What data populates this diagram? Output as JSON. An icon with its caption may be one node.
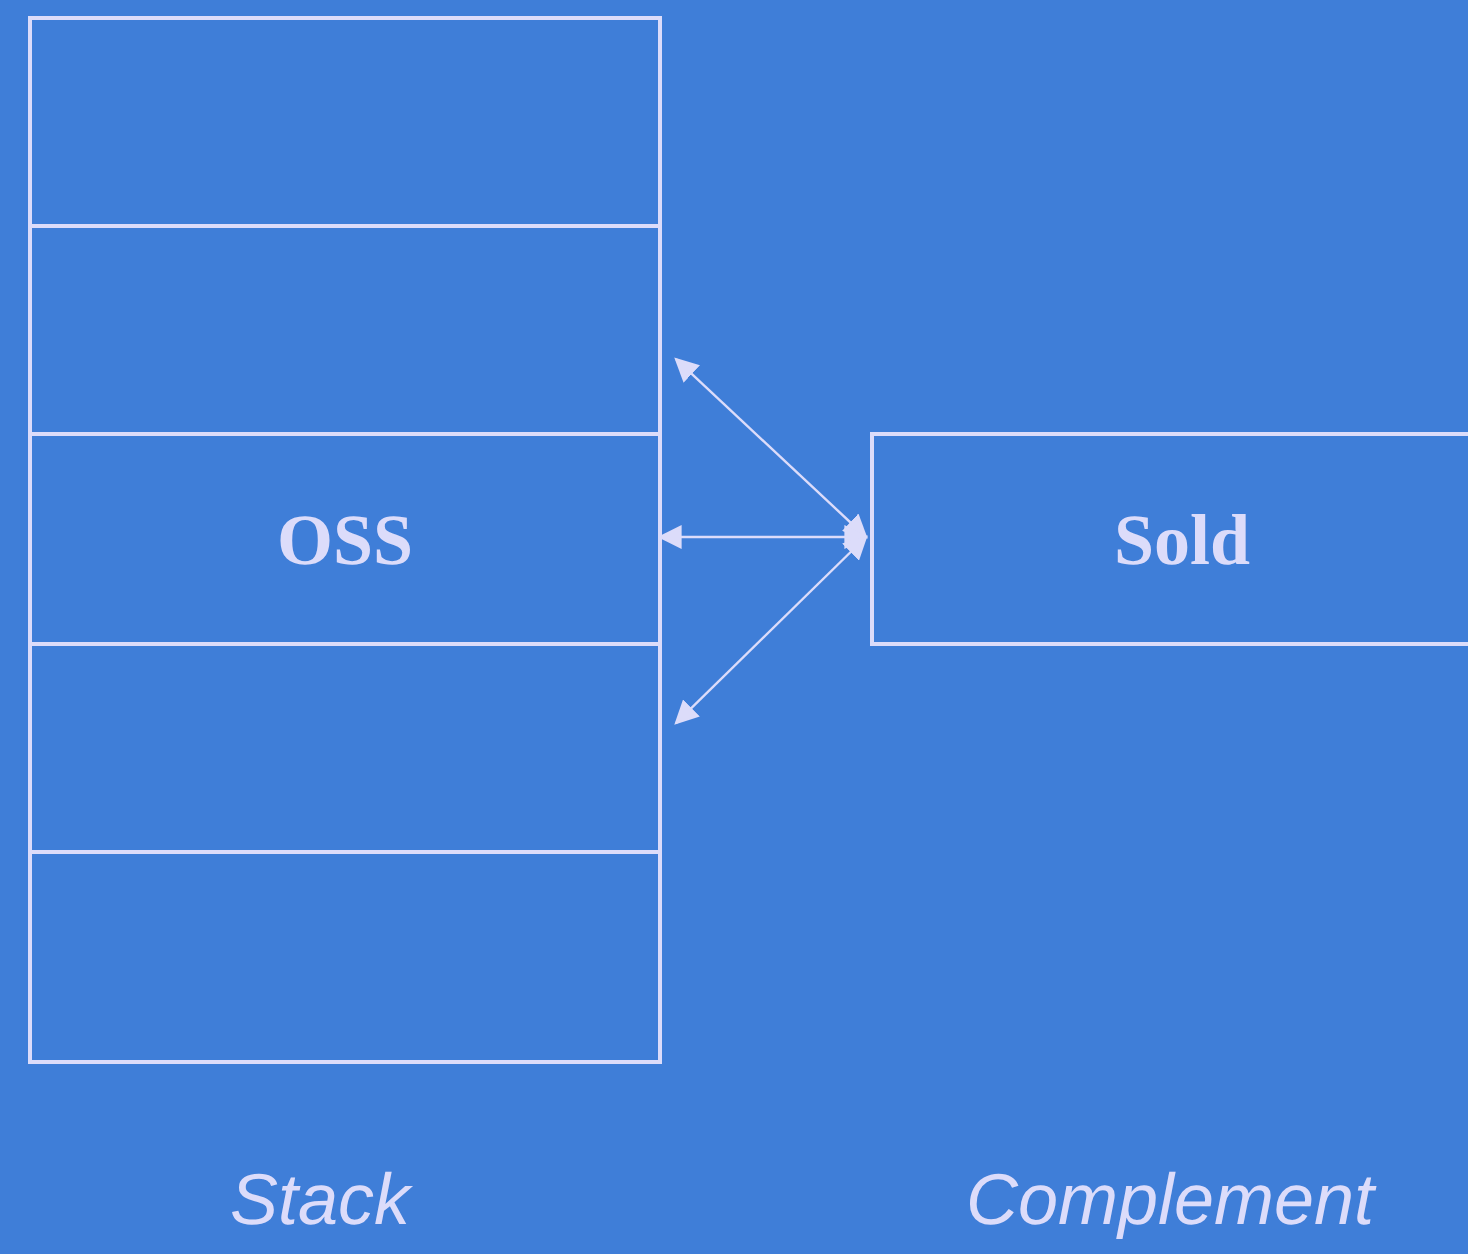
{
  "diagram": {
    "nodes": [
      {
        "text": [],
        "shape": "box"
      },
      {
        "text": [],
        "shape": "box"
      },
      {
        "text": [
          "OSS"
        ]
      },
      {
        "text": [],
        "shape": "box"
      },
      {
        "text": [],
        "shape": "box"
      },
      {
        "text": [
          "Sold"
        ]
      }
    ],
    "edges": [
      {
        "from": 5,
        "to": 1,
        "arrow": "both"
      },
      {
        "from": 5,
        "to": 2,
        "arrow": "both"
      },
      {
        "from": 5,
        "to": 3,
        "arrow": "both"
      }
    ],
    "labels": [
      "Stack",
      "Complement"
    ]
  }
}
